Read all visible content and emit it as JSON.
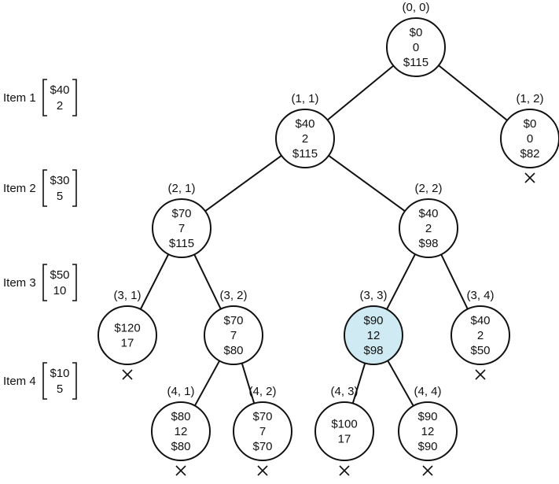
{
  "items": [
    {
      "label": "Item 1",
      "price": "$40",
      "weight": "2"
    },
    {
      "label": "Item 2",
      "price": "$30",
      "weight": "5"
    },
    {
      "label": "Item 3",
      "price": "$50",
      "weight": "10"
    },
    {
      "label": "Item 4",
      "price": "$10",
      "weight": "5"
    }
  ],
  "nodes": [
    {
      "id": "n00",
      "coord": "(0, 0)",
      "lines": [
        "$0",
        "0",
        "$115"
      ],
      "pruned": false,
      "highlighted": false
    },
    {
      "id": "n11",
      "coord": "(1, 1)",
      "lines": [
        "$40",
        "2",
        "$115"
      ],
      "pruned": false,
      "highlighted": false
    },
    {
      "id": "n12",
      "coord": "(1, 2)",
      "lines": [
        "$0",
        "0",
        "$82"
      ],
      "pruned": true,
      "highlighted": false
    },
    {
      "id": "n21",
      "coord": "(2, 1)",
      "lines": [
        "$70",
        "7",
        "$115"
      ],
      "pruned": false,
      "highlighted": false
    },
    {
      "id": "n22",
      "coord": "(2, 2)",
      "lines": [
        "$40",
        "2",
        "$98"
      ],
      "pruned": false,
      "highlighted": false
    },
    {
      "id": "n31",
      "coord": "(3, 1)",
      "lines": [
        "$120",
        "17"
      ],
      "pruned": true,
      "highlighted": false
    },
    {
      "id": "n32",
      "coord": "(3, 2)",
      "lines": [
        "$70",
        "7",
        "$80"
      ],
      "pruned": false,
      "highlighted": false
    },
    {
      "id": "n33",
      "coord": "(3, 3)",
      "lines": [
        "$90",
        "12",
        "$98"
      ],
      "pruned": false,
      "highlighted": true
    },
    {
      "id": "n34",
      "coord": "(3, 4)",
      "lines": [
        "$40",
        "2",
        "$50"
      ],
      "pruned": true,
      "highlighted": false
    },
    {
      "id": "n41",
      "coord": "(4, 1)",
      "lines": [
        "$80",
        "12",
        "$80"
      ],
      "pruned": true,
      "highlighted": false
    },
    {
      "id": "n42",
      "coord": "(4, 2)",
      "lines": [
        "$70",
        "7",
        "$70"
      ],
      "pruned": true,
      "highlighted": false
    },
    {
      "id": "n43",
      "coord": "(4, 3)",
      "lines": [
        "$100",
        "17"
      ],
      "pruned": true,
      "highlighted": false
    },
    {
      "id": "n44",
      "coord": "(4, 4)",
      "lines": [
        "$90",
        "12",
        "$90"
      ],
      "pruned": true,
      "highlighted": false
    }
  ],
  "edges": [
    [
      "n00",
      "n11"
    ],
    [
      "n00",
      "n12"
    ],
    [
      "n11",
      "n21"
    ],
    [
      "n11",
      "n22"
    ],
    [
      "n21",
      "n31"
    ],
    [
      "n21",
      "n32"
    ],
    [
      "n22",
      "n33"
    ],
    [
      "n22",
      "n34"
    ],
    [
      "n32",
      "n41"
    ],
    [
      "n32",
      "n42"
    ],
    [
      "n33",
      "n43"
    ],
    [
      "n33",
      "n44"
    ]
  ],
  "colors": {
    "highlight_fill": "#cfeaf2",
    "stroke": "#111111"
  }
}
